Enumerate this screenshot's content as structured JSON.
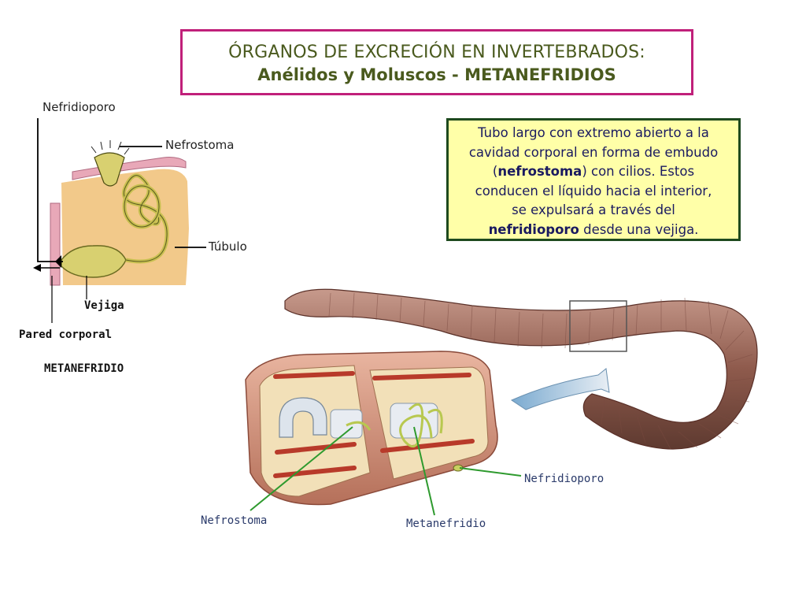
{
  "title": {
    "line1": "ÓRGANOS DE EXCRECIÓN EN INVERTEBRADOS:",
    "line2": "Anélidos y Moluscos - METANEFRIDIOS"
  },
  "info": {
    "l1": "Tubo largo con extremo abierto a la",
    "l2": "cavidad corporal en forma de embudo",
    "l3_open": "(",
    "l3_bold": "nefrostoma",
    "l3_rest": ") con cilios. Estos",
    "l4": "conducen el líquido hacia el interior,",
    "l5": "se expulsará a través del",
    "l6_bold": "nefridioporo",
    "l6_rest": " desde una vejiga."
  },
  "left_diagram": {
    "nefridioporo": "Nefridioporo",
    "nefrostoma": "Nefrostoma",
    "tubulo": "Túbulo",
    "vejiga": "Vejiga",
    "pared": "Pared corporal",
    "caption": "METANEFRIDIO"
  },
  "right_diagram": {
    "nefrostoma": "Nefrostoma",
    "metanefridio": "Metanefridio",
    "nefridioporo": "Nefridioporo"
  }
}
